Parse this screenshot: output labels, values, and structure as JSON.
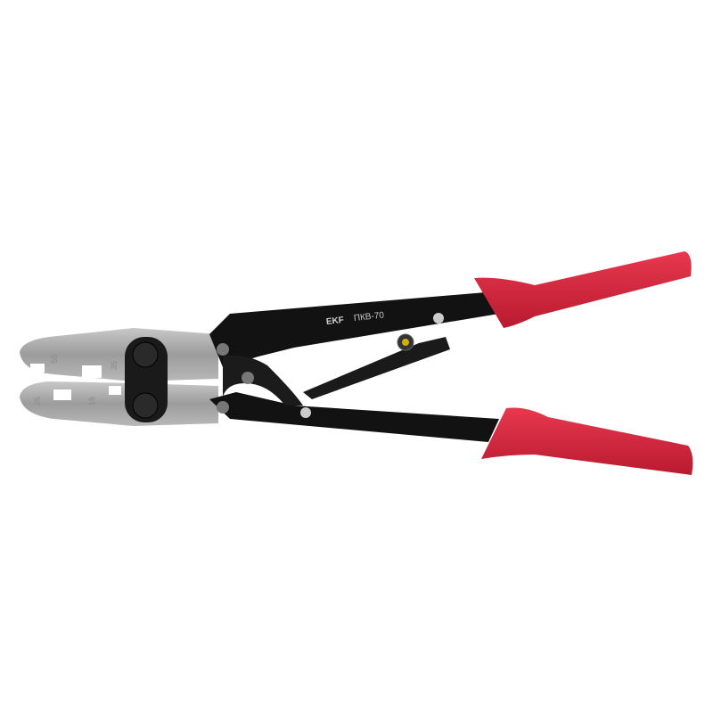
{
  "product": {
    "brand": "EKF",
    "model": "ПКВ-70",
    "die_markings": [
      "50",
      "35",
      "25",
      "16"
    ]
  },
  "colors": {
    "background": "#ffffff",
    "handle_grip": "#d8283e",
    "handle_body": "#111111",
    "jaw_metal": "#a9a9a9"
  }
}
